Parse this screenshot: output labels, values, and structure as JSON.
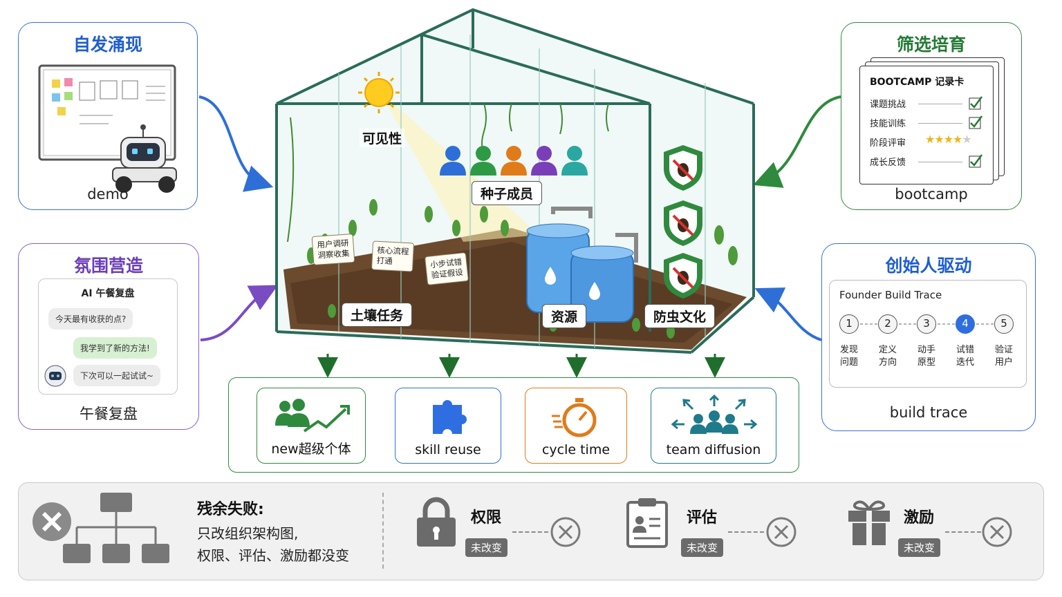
{
  "panels": {
    "demo": {
      "title": "自发涌现",
      "caption": "demo"
    },
    "atmosphere": {
      "title": "氛围营造",
      "caption": "午餐复盘",
      "chat_title": "AI 午餐复盘",
      "messages": [
        "今天最有收获的点?",
        "我学到了新的方法!",
        "下次可以一起试试~"
      ]
    },
    "bootcamp": {
      "title": "筛选培育",
      "caption": "bootcamp",
      "card_title": "BOOTCAMP 记录卡",
      "rows": [
        "课题挑战",
        "技能训练",
        "阶段评审",
        "成长反馈"
      ]
    },
    "founder": {
      "title": "创始人驱动",
      "caption": "build trace",
      "trace_title": "Founder Build Trace",
      "steps": [
        {
          "num": "1",
          "label": "发现\n问题"
        },
        {
          "num": "2",
          "label": "定义\n方向"
        },
        {
          "num": "3",
          "label": "动手\n原型"
        },
        {
          "num": "4",
          "label": "试错\n迭代"
        },
        {
          "num": "5",
          "label": "验证\n用户"
        }
      ],
      "active_step": 4
    }
  },
  "greenhouse": {
    "visibility": "可见性",
    "seed_members": "种子成员",
    "soil_tasks": "土壤任务",
    "resources": "资源",
    "pest_culture": "防虫文化",
    "signs": [
      "用户调研\n洞察收集",
      "核心流程\n打通",
      "小步试错\n验证假设"
    ],
    "member_colors": [
      "#2d6fd6",
      "#2f9a45",
      "#e07b1a",
      "#7a3fb8",
      "#2aa7a0"
    ]
  },
  "outcomes": [
    {
      "label": "new超级个体",
      "icon": "people-growth-icon",
      "color": "#2f8a3e"
    },
    {
      "label": "skill reuse",
      "icon": "puzzle-icon",
      "color": "#2f6ee0"
    },
    {
      "label": "cycle time",
      "icon": "stopwatch-icon",
      "color": "#e07b1a"
    },
    {
      "label": "team diffusion",
      "icon": "team-spread-icon",
      "color": "#1f7a8c"
    }
  ],
  "failure": {
    "title": "残余失败:",
    "lines": [
      "只改组织架构图,",
      "权限、评估、激励都没变"
    ],
    "items": [
      {
        "title": "权限",
        "tag": "未改变",
        "icon": "lock-icon"
      },
      {
        "title": "评估",
        "tag": "未改变",
        "icon": "clipboard-icon"
      },
      {
        "title": "激励",
        "tag": "未改变",
        "icon": "gift-icon"
      }
    ]
  }
}
